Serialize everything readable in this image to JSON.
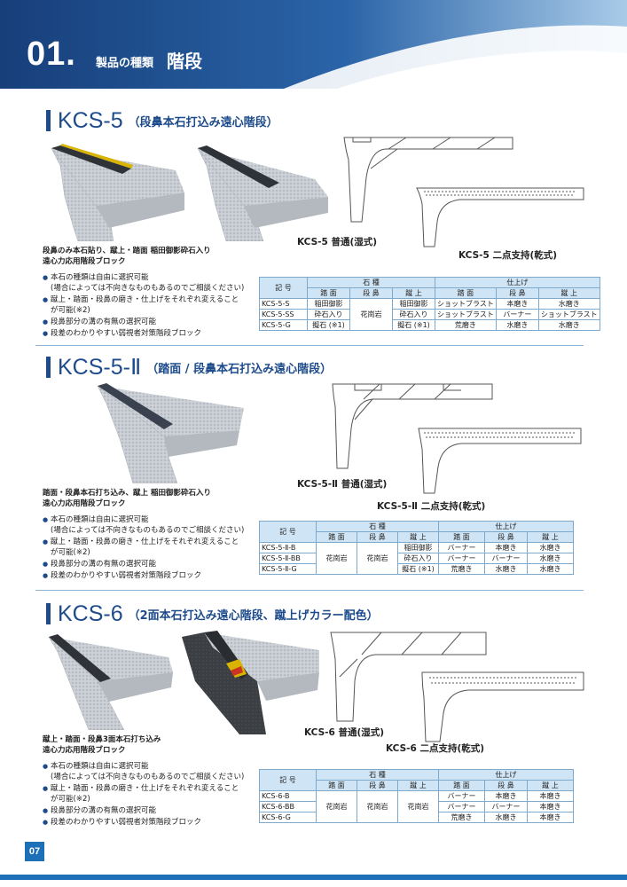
{
  "header": {
    "num": "01.",
    "sub": "製品の種類",
    "title": "階段"
  },
  "colors": {
    "brand": "#1d4b8c",
    "table_head": "#cfe4f4",
    "table_border": "#7da9cc"
  },
  "sections": [
    {
      "code": "KCS-5",
      "paren": "（段鼻本石打込み遠心階段）",
      "heading1": "段鼻のみ本石貼り、蹴上・踏面 稲田御影砕石入り",
      "heading2": "遠心力応用階段ブロック",
      "bullets": [
        "本石の種類は自由に選択可能",
        "(場合によっては不向きなものもあるのでご相談ください)",
        "蹴上・踏面・段鼻の磨き・仕上げをそれぞれ変えること",
        "が可能(※2)",
        "段鼻部分の溝の有無の選択可能",
        "段差のわかりやすい弱視者対策階段ブロック"
      ],
      "cap1": "KCS-5 普通(湿式)",
      "cap2": "KCS-5 二点支持(乾式)",
      "table": {
        "h_kigo": "記 号",
        "h_stone": "石 種",
        "h_finish": "仕上げ",
        "h_sub": [
          "踏 面",
          "段 鼻",
          "蹴 上",
          "踏 面",
          "段 鼻",
          "蹴 上"
        ],
        "codes": [
          "KCS-5-S",
          "KCS-5-SS",
          "KCS-5-G"
        ],
        "stone_fumen": [
          "稲田御影",
          "砕石入り",
          "擬石 (※1)"
        ],
        "stone_danbana": "花崗岩",
        "stone_keage": [
          "稲田御影",
          "砕石入り",
          "擬石 (※1)"
        ],
        "finish": [
          [
            "ショットブラスト",
            "本磨き",
            "水磨き"
          ],
          [
            "ショットブラスト",
            "バーナー",
            "ショットブラスト"
          ],
          [
            "荒磨き",
            "水磨き",
            "水磨き"
          ]
        ]
      }
    },
    {
      "code": "KCS-5-Ⅱ",
      "paren": "（踏面 / 段鼻本石打込み遠心階段）",
      "heading1": "踏面・段鼻本石打ち込み、蹴上 稲田御影砕石入り",
      "heading2": "遠心力応用階段ブロック",
      "bullets": [
        "本石の種類は自由に選択可能",
        "(場合によっては不向きなものもあるのでご相談ください)",
        "蹴上・踏面・段鼻の磨き・仕上げをそれぞれ変えること",
        "が可能(※2)",
        "段鼻部分の溝の有無の選択可能",
        "段差のわかりやすい弱視者対策階段ブロック"
      ],
      "cap1": "KCS-5-Ⅱ 普通(湿式)",
      "cap2": "KCS-5-Ⅱ 二点支持(乾式)",
      "table": {
        "h_kigo": "記 号",
        "h_stone": "石 種",
        "h_finish": "仕上げ",
        "h_sub": [
          "踏 面",
          "段 鼻",
          "蹴 上",
          "踏 面",
          "段 鼻",
          "蹴 上"
        ],
        "codes": [
          "KCS-5-Ⅱ-B",
          "KCS-5-Ⅱ-BB",
          "KCS-5-Ⅱ-G"
        ],
        "stone_fumen": "花崗岩",
        "stone_danbana": "花崗岩",
        "stone_keage": [
          "稲田御影",
          "砕石入り",
          "擬石 (※1)"
        ],
        "finish": [
          [
            "バーナー",
            "本磨き",
            "水磨き"
          ],
          [
            "バーナー",
            "バーナー",
            "水磨き"
          ],
          [
            "荒磨き",
            "水磨き",
            "水磨き"
          ]
        ]
      }
    },
    {
      "code": "KCS-6",
      "paren": "（2面本石打込み遠心階段、蹴上げカラー配色）",
      "heading1": "蹴上・踏面・段鼻3面本石打ち込み",
      "heading2": "遠心力応用階段ブロック",
      "bullets": [
        "本石の種類は自由に選択可能",
        "(場合によっては不向きなものもあるのでご相談ください)",
        "蹴上・踏面・段鼻の磨き・仕上げをそれぞれ変えること",
        "が可能(※2)",
        "段鼻部分の溝の有無の選択可能",
        "段差のわかりやすい弱視者対策階段ブロック"
      ],
      "cap1": "KCS-6 普通(湿式)",
      "cap2": "KCS-6 二点支持(乾式)",
      "table": {
        "h_kigo": "記 号",
        "h_stone": "石 種",
        "h_finish": "仕上げ",
        "h_sub": [
          "踏 面",
          "段 鼻",
          "蹴 上",
          "踏 面",
          "段 鼻",
          "蹴 上"
        ],
        "codes": [
          "KCS-6-B",
          "KCS-6-BB",
          "KCS-6-G"
        ],
        "stone_fumen": "花崗岩",
        "stone_danbana": "花崗岩",
        "stone_keage": "花崗岩",
        "finish": [
          [
            "バーナー",
            "本磨き",
            "本磨き"
          ],
          [
            "バーナー",
            "バーナー",
            "本磨き"
          ],
          [
            "荒磨き",
            "水磨き",
            "本磨き"
          ]
        ]
      }
    }
  ],
  "page_number": "07"
}
